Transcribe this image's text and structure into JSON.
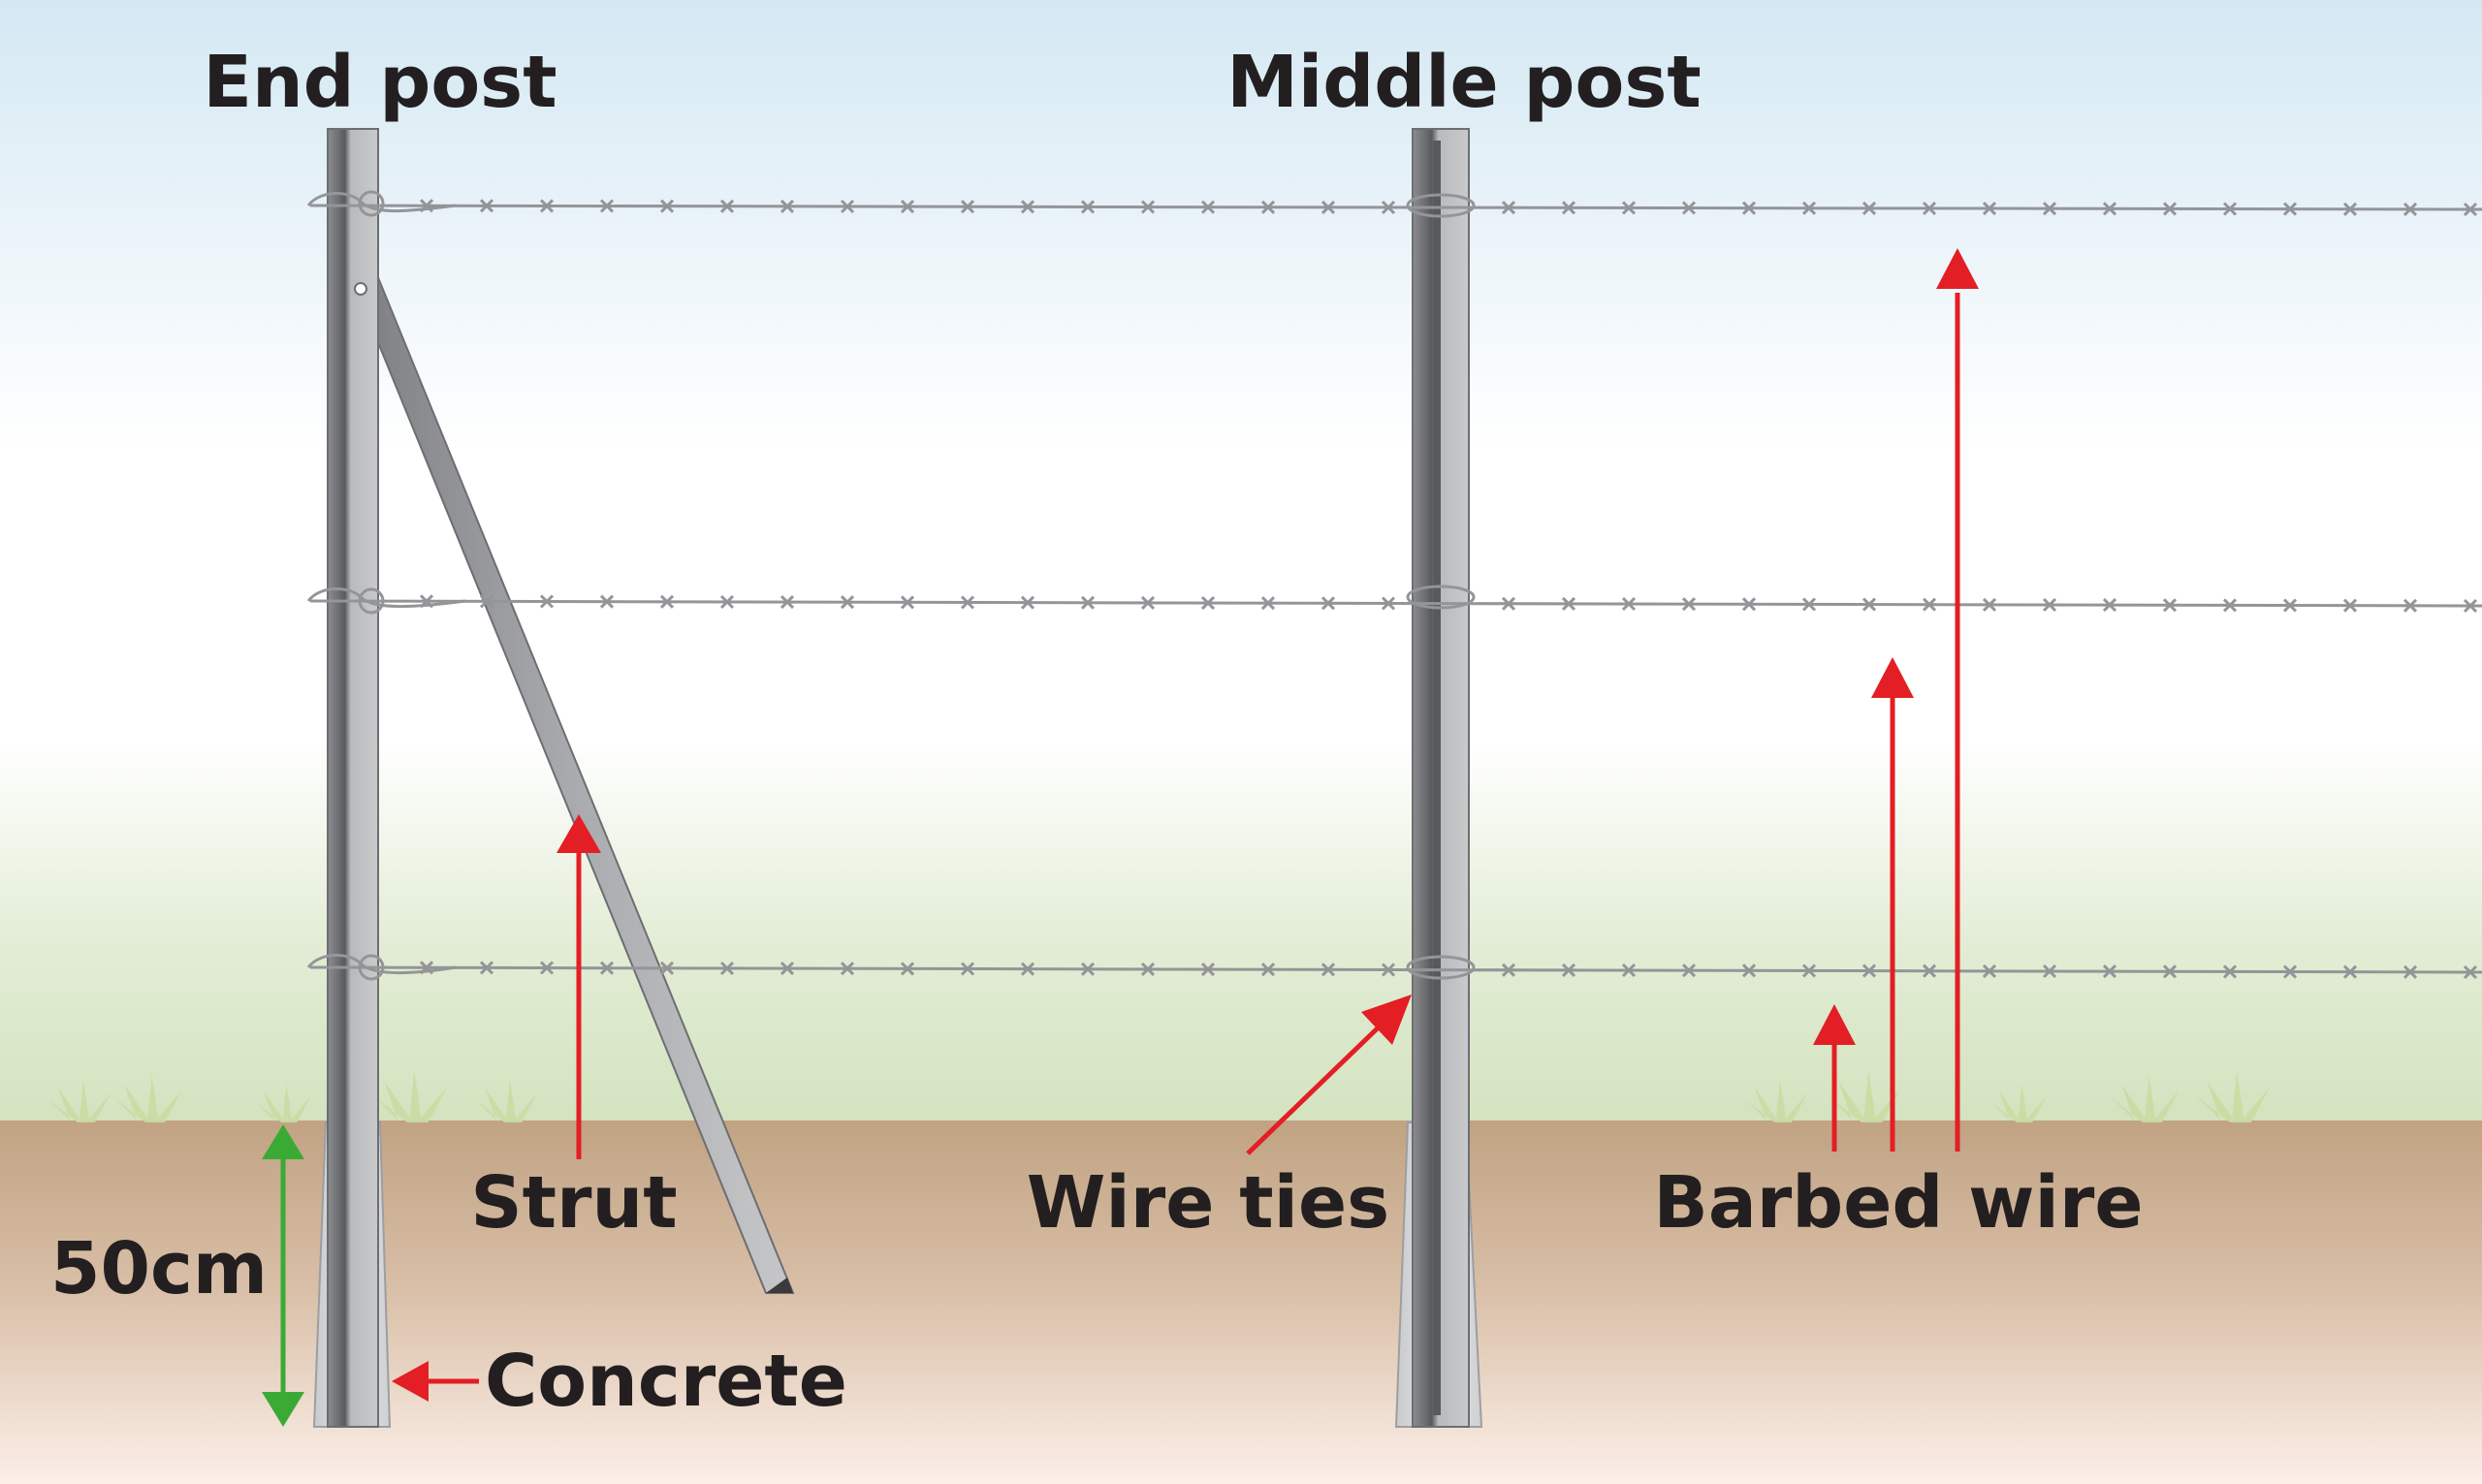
{
  "labels": {
    "end_post": "End post",
    "middle_post": "Middle post",
    "strut": "Strut",
    "wire_ties": "Wire ties",
    "barbed_wire": "Barbed wire",
    "depth": "50cm",
    "concrete": "Concrete"
  },
  "colors": {
    "sky_top": "#d6e9f3",
    "sky_mid": "#ffffff",
    "grass_band": "#d5e4c2",
    "soil_top": "#c2a484",
    "soil_bottom": "#fbeee6",
    "post_dark": "#6d6e71",
    "post_light": "#b7b8bb",
    "concrete": "#d7d8da",
    "wire": "#939598",
    "arrow_red": "#e31e24",
    "arrow_green": "#3aaa35",
    "text": "#231f20"
  },
  "icons": {
    "grass": "grass-tuft-icon",
    "barb": "barb-icon",
    "arrow": "arrow-head-icon"
  }
}
